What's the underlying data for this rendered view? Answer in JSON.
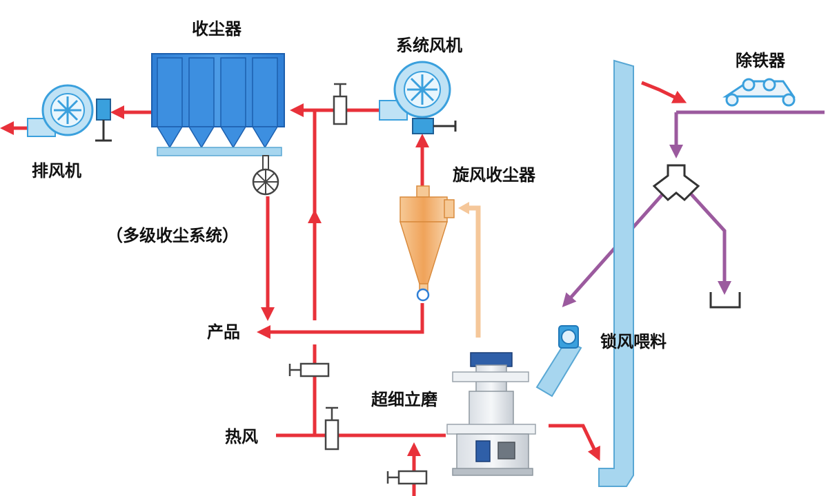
{
  "labels": {
    "dust_collector": "收尘器",
    "system_fan": "系统风机",
    "iron_remover": "除铁器",
    "exhaust_fan": "排风机",
    "cyclone_collector": "旋风收尘器",
    "multi_stage": "（多级收尘系统）",
    "product": "产品",
    "airlock_feeder": "锁风喂料",
    "ultrafine_mill": "超细立磨",
    "hot_air": "热风"
  },
  "colors": {
    "air_flow": "#e8313a",
    "material_flow": "#9b5a9e",
    "dust_collector": "#3d8fe0",
    "cyclone": "#f0a35a",
    "elevator": "#a7d6ef",
    "fan": "#3aa0dd"
  }
}
